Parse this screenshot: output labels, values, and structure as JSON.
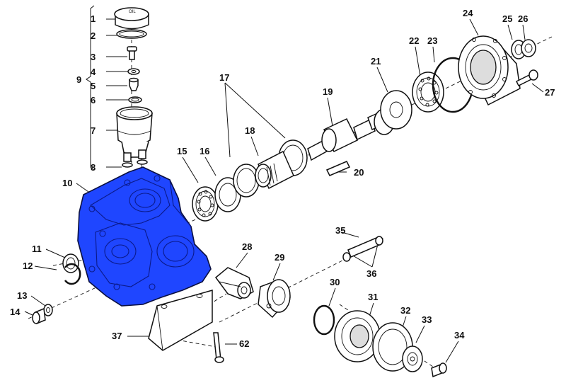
{
  "colors": {
    "highlight": "#1f46ff",
    "line": "#111111",
    "background": "#ffffff"
  },
  "callouts": {
    "c1": "1",
    "c2": "2",
    "c3": "3",
    "c4": "4",
    "c5": "5",
    "c6": "6",
    "c7": "7",
    "c8": "8",
    "c9": "9",
    "c10": "10",
    "c11": "11",
    "c12": "12",
    "c13": "13",
    "c14": "14",
    "c15": "15",
    "c16": "16",
    "c17": "17",
    "c18": "18",
    "c19": "19",
    "c20": "20",
    "c21": "21",
    "c22": "22",
    "c23": "23",
    "c24": "24",
    "c25": "25",
    "c26": "26",
    "c27": "27",
    "c28": "28",
    "c29": "29",
    "c30": "30",
    "c31": "31",
    "c32": "32",
    "c33": "33",
    "c34": "34",
    "c35": "35",
    "c36": "36",
    "c37": "37",
    "c62": "62"
  },
  "cap_text": "OIL"
}
